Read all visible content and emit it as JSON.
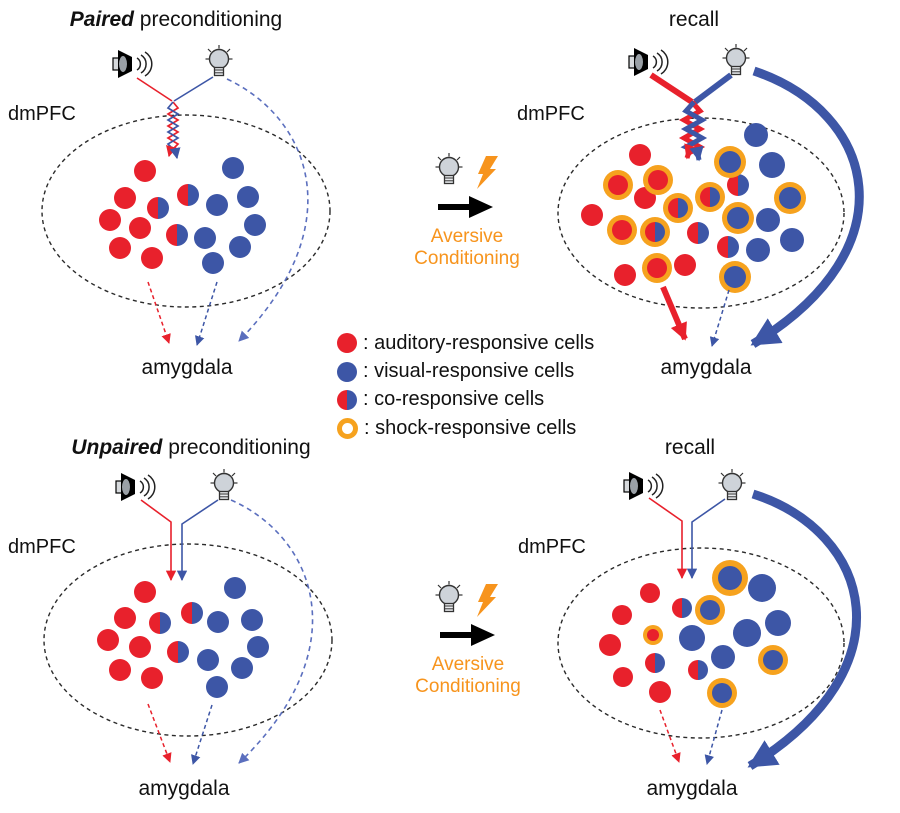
{
  "figure": {
    "description": "Paired vs Unpaired preconditioning and recall diagram of dmPFC cell populations projecting to amygdala"
  },
  "colors": {
    "auditory": "#E8212C",
    "visual": "#3D56A6",
    "visual_dashed": "#5B6FBE",
    "shock_ring": "#F6A21E",
    "conditioning_text": "#F7941D",
    "outline_black": "#1a1a1a",
    "bulb_gray": "#CED3D9"
  },
  "panels": {
    "top_left": {
      "title_em": "Paired",
      "title_rest": " preconditioning",
      "region_label": "dmPFC",
      "target_label": "amygdala",
      "cells": [
        [
          145,
          171,
          11,
          "a",
          0
        ],
        [
          125,
          198,
          11,
          "a",
          0
        ],
        [
          110,
          220,
          11,
          "a",
          0
        ],
        [
          140,
          228,
          11,
          "a",
          0
        ],
        [
          120,
          248,
          11,
          "a",
          0
        ],
        [
          152,
          258,
          11,
          "a",
          0
        ],
        [
          188,
          195,
          11,
          "c",
          0
        ],
        [
          158,
          208,
          11,
          "c",
          0
        ],
        [
          177,
          235,
          11,
          "c",
          0
        ],
        [
          233,
          168,
          11,
          "v",
          0
        ],
        [
          248,
          197,
          11,
          "v",
          0
        ],
        [
          217,
          205,
          11,
          "v",
          0
        ],
        [
          255,
          225,
          11,
          "v",
          0
        ],
        [
          205,
          238,
          11,
          "v",
          0
        ],
        [
          240,
          247,
          11,
          "v",
          0
        ],
        [
          213,
          263,
          11,
          "v",
          0
        ]
      ]
    },
    "top_right": {
      "title": "recall",
      "region_label": "dmPFC",
      "target_label": "amygdala",
      "cells": [
        [
          640,
          155,
          11,
          "a",
          0
        ],
        [
          592,
          215,
          11,
          "a",
          0
        ],
        [
          645,
          198,
          11,
          "a",
          0
        ],
        [
          625,
          275,
          11,
          "a",
          0
        ],
        [
          685,
          265,
          11,
          "a",
          0
        ],
        [
          618,
          185,
          10,
          "a",
          5
        ],
        [
          658,
          180,
          10,
          "a",
          5
        ],
        [
          622,
          230,
          10,
          "a",
          5
        ],
        [
          657,
          268,
          10,
          "a",
          5
        ],
        [
          738,
          185,
          11,
          "c",
          0
        ],
        [
          698,
          233,
          11,
          "c",
          0
        ],
        [
          728,
          247,
          11,
          "c",
          0
        ],
        [
          710,
          197,
          10,
          "c",
          5
        ],
        [
          678,
          208,
          10,
          "c",
          5
        ],
        [
          655,
          232,
          10,
          "c",
          5
        ],
        [
          756,
          135,
          12,
          "v",
          0
        ],
        [
          772,
          165,
          13,
          "v",
          0
        ],
        [
          768,
          220,
          12,
          "v",
          0
        ],
        [
          758,
          250,
          12,
          "v",
          0
        ],
        [
          792,
          240,
          12,
          "v",
          0
        ],
        [
          730,
          162,
          11,
          "v",
          5
        ],
        [
          790,
          198,
          11,
          "v",
          5
        ],
        [
          738,
          218,
          11,
          "v",
          5
        ],
        [
          735,
          277,
          11,
          "v",
          5
        ]
      ]
    },
    "bottom_left": {
      "title_em": "Unpaired",
      "title_rest": " preconditioning",
      "region_label": "dmPFC",
      "target_label": "amygdala",
      "cells": [
        [
          145,
          592,
          11,
          "a",
          0
        ],
        [
          125,
          618,
          11,
          "a",
          0
        ],
        [
          108,
          640,
          11,
          "a",
          0
        ],
        [
          140,
          647,
          11,
          "a",
          0
        ],
        [
          120,
          670,
          11,
          "a",
          0
        ],
        [
          152,
          678,
          11,
          "a",
          0
        ],
        [
          192,
          613,
          11,
          "c",
          0
        ],
        [
          160,
          623,
          11,
          "c",
          0
        ],
        [
          178,
          652,
          11,
          "c",
          0
        ],
        [
          235,
          588,
          11,
          "v",
          0
        ],
        [
          252,
          620,
          11,
          "v",
          0
        ],
        [
          218,
          622,
          11,
          "v",
          0
        ],
        [
          258,
          647,
          11,
          "v",
          0
        ],
        [
          208,
          660,
          11,
          "v",
          0
        ],
        [
          242,
          668,
          11,
          "v",
          0
        ],
        [
          217,
          687,
          11,
          "v",
          0
        ]
      ]
    },
    "bottom_right": {
      "title": "recall",
      "region_label": "dmPFC",
      "target_label": "amygdala",
      "cells": [
        [
          650,
          593,
          10,
          "a",
          0
        ],
        [
          622,
          615,
          10,
          "a",
          0
        ],
        [
          610,
          645,
          11,
          "a",
          0
        ],
        [
          623,
          677,
          10,
          "a",
          0
        ],
        [
          660,
          692,
          11,
          "a",
          0
        ],
        [
          653,
          635,
          6,
          "a",
          4
        ],
        [
          682,
          608,
          10,
          "c",
          0
        ],
        [
          655,
          663,
          10,
          "c",
          0
        ],
        [
          698,
          670,
          10,
          "c",
          0
        ],
        [
          762,
          588,
          14,
          "v",
          0
        ],
        [
          778,
          623,
          13,
          "v",
          0
        ],
        [
          747,
          633,
          14,
          "v",
          0
        ],
        [
          692,
          638,
          13,
          "v",
          0
        ],
        [
          723,
          657,
          12,
          "v",
          0
        ],
        [
          730,
          578,
          12,
          "v",
          6
        ],
        [
          710,
          610,
          10,
          "v",
          5
        ],
        [
          773,
          660,
          10,
          "v",
          5
        ],
        [
          722,
          693,
          10,
          "v",
          5
        ]
      ]
    }
  },
  "conditioning": {
    "line1": "Aversive",
    "line2": "Conditioning"
  },
  "legend": {
    "items": [
      {
        "icon": "auditory-cell",
        "label": ": auditory-responsive cells"
      },
      {
        "icon": "visual-cell",
        "label": ": visual-responsive cells"
      },
      {
        "icon": "co-cell",
        "label": ": co-responsive cells"
      },
      {
        "icon": "shock-cell",
        "label": ": shock-responsive cells"
      }
    ]
  }
}
